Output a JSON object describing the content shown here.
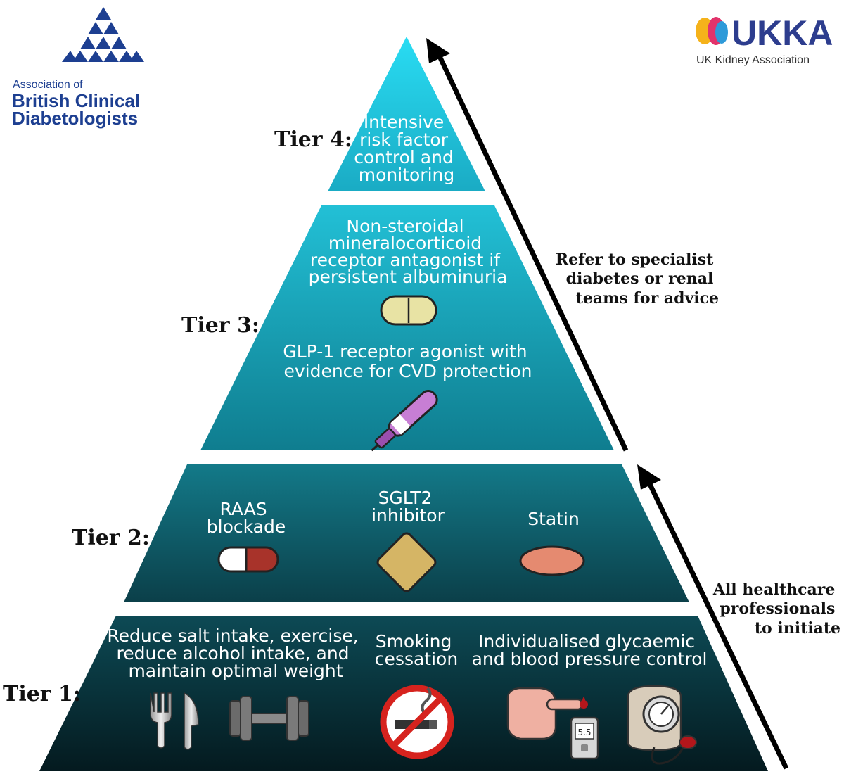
{
  "logos": {
    "abcd": {
      "line1": "Association of",
      "line2": "British Clinical",
      "line3": "Diabetologists"
    },
    "ukka": {
      "name": "UKKA",
      "subtitle": "UK Kidney Association"
    }
  },
  "colors": {
    "tier4_top": "#29dcf3",
    "tier4_bottom": "#1aabc4",
    "tier3_top": "#22c0d6",
    "tier3_bottom": "#0f7d8f",
    "tier2_top": "#137a89",
    "tier2_bottom": "#0b3f49",
    "tier1_top": "#0d4a55",
    "tier1_bottom": "#041a1f",
    "arrow": "#000000"
  },
  "tiers": {
    "tier4": {
      "label": "Tier 4:",
      "text": [
        "Intensive",
        "risk factor",
        "control and",
        "monitoring"
      ]
    },
    "tier3": {
      "label": "Tier 3:",
      "nsmra": [
        "Non-steroidal",
        "mineralocorticoid",
        "receptor antagonist if",
        "persistent albuminuria"
      ],
      "nsmra_icon": "yellow-tablet-icon",
      "glp1": [
        "GLP-1 receptor agonist with",
        "evidence for CVD protection"
      ],
      "glp1_icon": "injection-pen-icon"
    },
    "tier2": {
      "label": "Tier 2:",
      "raas": [
        "RAAS",
        "blockade"
      ],
      "raas_icon": "capsule-icon",
      "sglt2": [
        "SGLT2",
        "inhibitor"
      ],
      "sglt2_icon": "square-tablet-icon",
      "statin": [
        "Statin"
      ],
      "statin_icon": "oval-tablet-icon"
    },
    "tier1": {
      "label": "Tier 1:",
      "lifestyle": [
        "Reduce salt intake, exercise,",
        "reduce alcohol intake, and",
        "maintain optimal weight"
      ],
      "lifestyle_icons": [
        "cutlery-icon",
        "dumbbell-icon"
      ],
      "smoking": [
        "Smoking",
        "cessation"
      ],
      "smoking_icon": "no-smoking-icon",
      "glycaemic": [
        "Individualised glycaemic",
        "and blood pressure control"
      ],
      "glycaemic_icons": [
        "glucose-meter-icon",
        "blood-pressure-monitor-icon"
      ],
      "meter_reading": "5.5"
    }
  },
  "arrows": {
    "refer": [
      "Refer to specialist",
      "diabetes or renal",
      "teams for advice"
    ],
    "initiate": [
      "All healthcare",
      "professionals",
      "to initiate"
    ]
  }
}
